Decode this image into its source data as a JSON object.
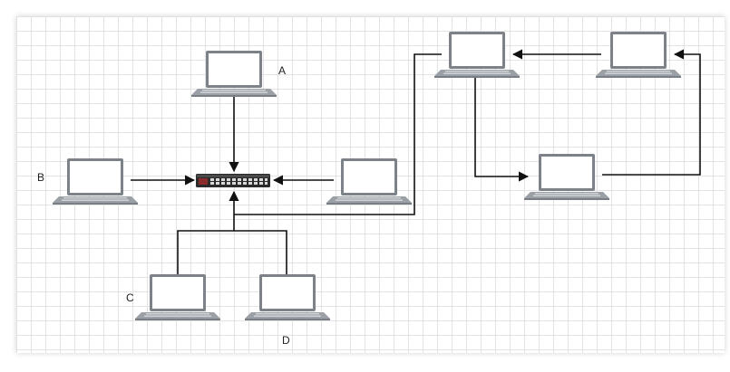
{
  "labels": {
    "a": "A",
    "b": "B",
    "c": "C",
    "d": "D"
  },
  "colors": {
    "line": "#111111",
    "laptop_frame": "#7d8288",
    "laptop_base": "#8f949a",
    "screen": "#ffffff",
    "switch_body": "#2b2b2b"
  }
}
